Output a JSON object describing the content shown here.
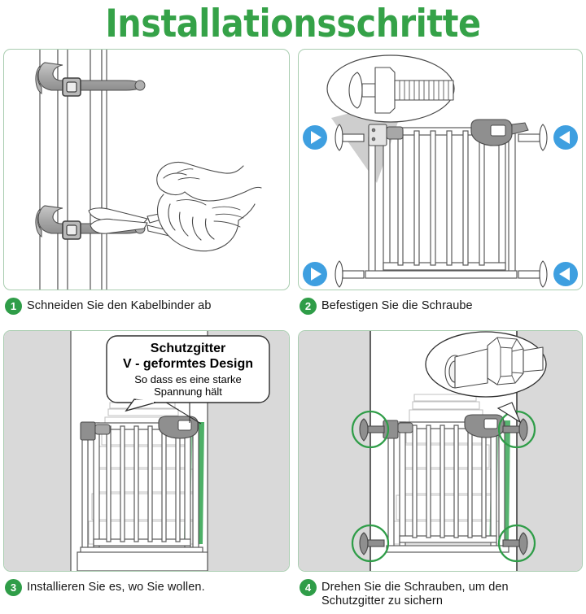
{
  "page": {
    "title": "Installationsschritte",
    "title_color": "#35a248",
    "accent_green": "#2f9d48",
    "panel_border": "#a9cdb0",
    "arrow_blue": "#3e9fe0",
    "highlight_green": "#3aa757",
    "wall_gray": "#d8d8d8",
    "part_gray": "#9a9a9a"
  },
  "steps": [
    {
      "number": "1",
      "text": "Schneiden Sie den Kabelbinder ab",
      "illustration": "hand-with-scissors-cutting-cable-tie"
    },
    {
      "number": "2",
      "text": "Befestigen Sie die Schraube",
      "illustration": "gate-with-four-bolts-and-magnified-bolt"
    },
    {
      "number": "3",
      "text": "Installieren Sie es, wo Sie wollen.",
      "illustration": "gate-installed-in-doorway-with-callout"
    },
    {
      "number": "4",
      "text": "Drehen Sie die Schrauben, um den\nSchutzgitter zu sichern",
      "illustration": "gate-with-four-highlighted-screws-and-magnified-knob"
    }
  ],
  "callout": {
    "line1": "Schutzgitter",
    "line2": "V - geformtes Design",
    "line3": "So dass es eine starke",
    "line4": "Spannung hält"
  },
  "icons": {
    "arrow_right": "play-right-icon",
    "arrow_left": "play-left-icon",
    "scissors": "scissors-icon",
    "bolt": "bolt-icon",
    "knob": "thumb-knob-icon"
  }
}
